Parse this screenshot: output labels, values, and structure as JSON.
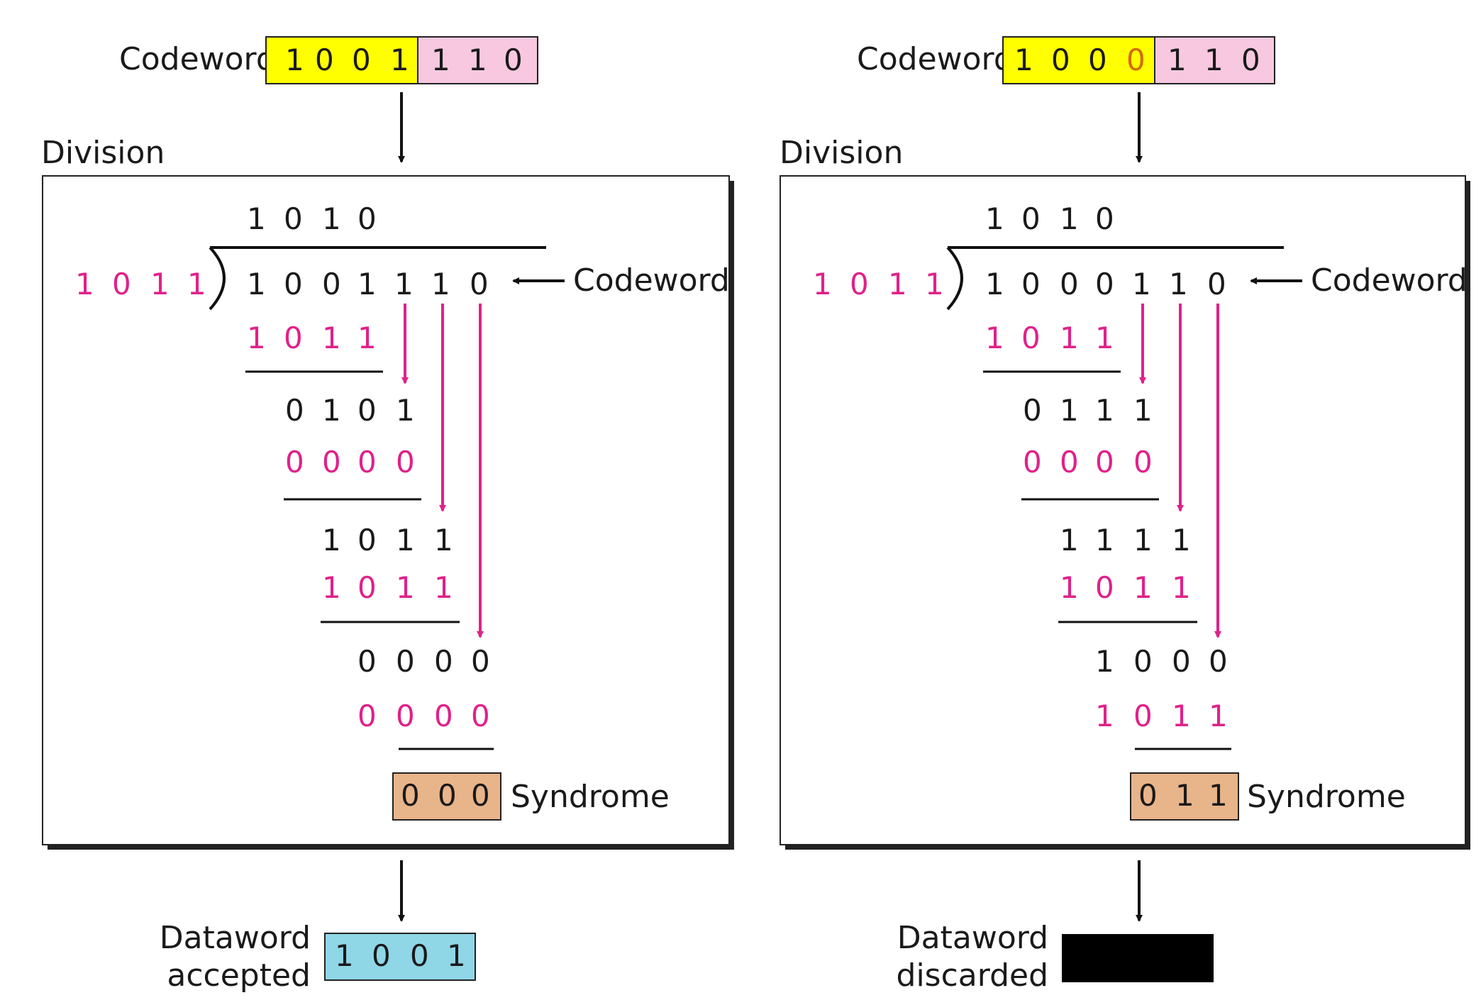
{
  "colors": {
    "dataword_box": "#ffff00",
    "redundant_box": "#f7c8e0",
    "syndrome_box": "#e8b48a",
    "accepted_box": "#8fd6e6",
    "discarded_box": "#000000",
    "divisor_and_products": "#e0218a",
    "flow_arrows": "#e0218a",
    "error_bit": "#d46a00"
  },
  "panels": [
    {
      "codeword_label": "Codeword",
      "codeword_data_bits": [
        "1",
        "0",
        "0",
        "1"
      ],
      "codeword_check_bits": [
        "1",
        "1",
        "0"
      ],
      "error_bit_index": null,
      "division_label": "Division",
      "quotient": [
        "1",
        "0",
        "1",
        "0"
      ],
      "divisor": [
        "1",
        "0",
        "1",
        "1"
      ],
      "dividend": [
        "1",
        "0",
        "0",
        "1",
        "1",
        "1",
        "0"
      ],
      "dividend_arrow_label": "Codeword",
      "steps": [
        [
          "1",
          "0",
          "1",
          "1"
        ],
        [
          "0",
          "1",
          "0",
          "1"
        ],
        [
          "0",
          "0",
          "0",
          "0"
        ],
        [
          "1",
          "0",
          "1",
          "1"
        ],
        [
          "1",
          "0",
          "1",
          "1"
        ],
        [
          "0",
          "0",
          "0",
          "0"
        ],
        [
          "0",
          "0",
          "0",
          "0"
        ]
      ],
      "syndrome": [
        "0",
        "0",
        "0"
      ],
      "syndrome_label": "Syndrome",
      "result_line1": "Dataword",
      "result_line2": "accepted",
      "result_bits": [
        "1",
        "0",
        "0",
        "1"
      ]
    },
    {
      "codeword_label": "Codeword",
      "codeword_data_bits": [
        "1",
        "0",
        "0",
        "0"
      ],
      "codeword_check_bits": [
        "1",
        "1",
        "0"
      ],
      "error_bit_index": 3,
      "division_label": "Division",
      "quotient": [
        "1",
        "0",
        "1",
        "0"
      ],
      "divisor": [
        "1",
        "0",
        "1",
        "1"
      ],
      "dividend": [
        "1",
        "0",
        "0",
        "0",
        "1",
        "1",
        "0"
      ],
      "dividend_arrow_label": "Codeword",
      "steps": [
        [
          "1",
          "0",
          "1",
          "1"
        ],
        [
          "0",
          "1",
          "1",
          "1"
        ],
        [
          "0",
          "0",
          "0",
          "0"
        ],
        [
          "1",
          "1",
          "1",
          "1"
        ],
        [
          "1",
          "0",
          "1",
          "1"
        ],
        [
          "1",
          "0",
          "0",
          "0"
        ],
        [
          "1",
          "0",
          "1",
          "1"
        ]
      ],
      "syndrome": [
        "0",
        "1",
        "1"
      ],
      "syndrome_label": "Syndrome",
      "result_line1": "Dataword",
      "result_line2": "discarded",
      "result_bits": []
    }
  ]
}
